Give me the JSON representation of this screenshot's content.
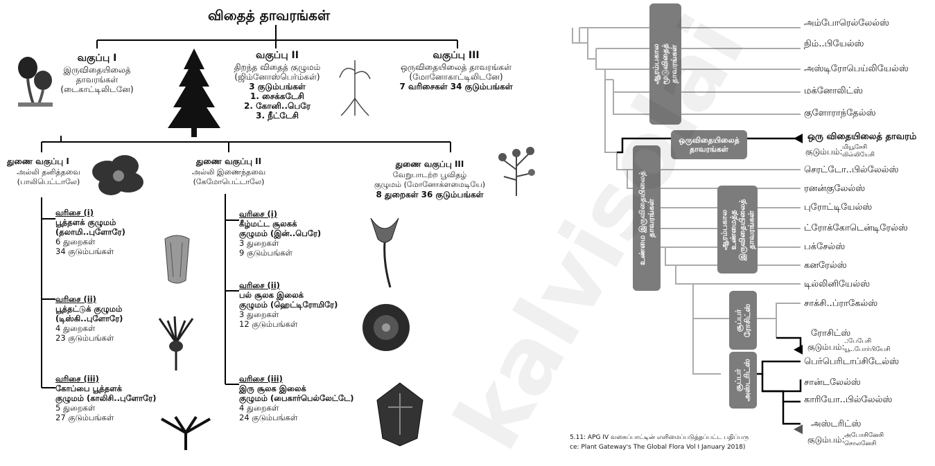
{
  "left": {
    "title": "விதைத் தாவரங்கள்",
    "class1": {
      "head": "வகுப்பு I",
      "lines": [
        "இருவிதையிலைத்",
        "தாவரங்கள்",
        "(டைகாட்டிலிடனே)"
      ]
    },
    "class2": {
      "head": "வகுப்பு II",
      "lines": [
        "திறந்த விதைத் குழுமம்",
        "(ஜிம்னோஸ்பெர்ம்கள்)",
        "3 குடும்பங்கள்",
        "1. சைக்கடேசி",
        "2. கோனி..பெரே",
        "3. நீட்டேசி"
      ]
    },
    "class3": {
      "head": "வகுப்பு III",
      "lines": [
        "ஒருவிதையிலைத் தாவரங்கள்",
        "(மோனோகாட்டிலிடனே)",
        "7 வரிசைகள் 34 குடும்பங்கள்"
      ]
    },
    "sub1": {
      "head": "துணை வகுப்பு I",
      "lines": [
        "அல்லி தனித்தவை",
        "(பாலிபெட்டாலே)"
      ]
    },
    "sub2": {
      "head": "துணை வகுப்பு II",
      "lines": [
        "அல்லி இணைந்தவை",
        "(கேமோபெட்டாலே)"
      ]
    },
    "sub3": {
      "head": "துணை வகுப்பு III",
      "lines": [
        "வேறுபாடற்ற பூவிதழ்",
        "குழுமம் (மோனோக்ளமைடியே)",
        "8 துறைகள் 36 குடும்பங்கள்"
      ]
    },
    "s1": [
      {
        "head": "வரிசை (i)",
        "lines": [
          "பூத்தளக் குழுமம்",
          "(தலாமி..புளோரே)",
          "6 துறைகள்",
          "34 குடும்பங்கள்"
        ]
      },
      {
        "head": "வரிசை (ii)",
        "lines": [
          "பூத்தட்டுக் குழுமம்",
          "(டிஸ்கி..புளோரே)",
          "4 துறைகள்",
          "23 குடும்பங்கள்"
        ]
      },
      {
        "head": "வரிசை (iii)",
        "lines": [
          "கோப்பை பூத்தளக்",
          "குழுமம் (காலிசி..புளோரே)",
          "5 துறைகள்",
          "27 குடும்பங்கள்"
        ]
      }
    ],
    "s2": [
      {
        "head": "வரிசை (i)",
        "lines": [
          "கீழ்மட்ட சூலகக்",
          "குழுமம் (இன்..பெரே)",
          "3 துறைகள்",
          "9 குடும்பங்கள்"
        ]
      },
      {
        "head": "வரிசை (ii)",
        "lines": [
          "பல் சூலக இலைக்",
          "குழுமம் (ஹெட்டிரோமிரே)",
          "3 துறைகள்",
          "12 குடும்பங்கள்"
        ]
      },
      {
        "head": "வரிசை (iii)",
        "lines": [
          "இரு சூலக இலைக்",
          "குழுமம் (பைகார்பெல்லேட்டே)",
          "4 துறைகள்",
          "24 குடும்பங்கள்"
        ]
      }
    ]
  },
  "right": {
    "orders": [
      "அம்போரெல்லேல்ஸ்",
      "நிம்..பியேல்ஸ்",
      "அஸ்டிரோபெய்லியேல்ஸ்",
      "மக்னோலிட்ஸ்",
      "குளோராந்தேல்ஸ்",
      "செரட்டோ..பில்லேல்ஸ்",
      "ரனன்குலேல்ஸ்",
      "புரோட்டியேல்ஸ்",
      "ட்ரோக்கோடென்டிரேல்ஸ்",
      "பக்சேல்ஸ்",
      "கனரேல்ஸ்",
      "டில்லினியேல்ஸ்",
      "சாக்சி..ப்ராகேல்ஸ்",
      "ரோசிட்ஸ்",
      "பெர்பெரிடாப்சிடேல்ஸ்",
      "சான்டலேல்ஸ்",
      "காரியோ..பில்லேல்ஸ்",
      "அஸ்டரிட்ஸ்"
    ],
    "mono_label": "ஒரு விதையிலைத் தாவரம்",
    "family_label": "குடும்பம்:",
    "mono_families": [
      "மியூசேசி",
      "லில்லியேசி"
    ],
    "rosid_families": [
      ".:பேபேசி",
      "யூ..போர்பியேசி"
    ],
    "asterid_families": [
      "அபோசினேசி",
      "சொலனேசி"
    ],
    "box_basal": [
      "ஆரம்பகால",
      "மூடுவிதைத்",
      "தாவரங்கள்"
    ],
    "box_mono": [
      "ஒருவிதையிலைத்",
      "தாவரங்கள்"
    ],
    "box_eudicot": [
      "உண்மை இருவிதையிலைத்",
      "தாவரங்கள்"
    ],
    "box_early_eudicot": [
      "ஆரம்பகால",
      "உண்மைத்த",
      "இருவிதையிலைத்",
      "தாவரங்கள்"
    ],
    "box_super_rosid": [
      "சூப்பர்",
      "ரோசிட்ஸ்"
    ],
    "box_super_asterid": [
      "சூப்பர்",
      "அஸ்டரிட்ஸ்"
    ],
    "caption1": "5.11:  APG IV வகைப்பாட்டின் எளிமைப்படுத்தப்பட்ட பதிப்பரு",
    "caption2": "ce: Plant Gateway's The Global Flora Vol I January 2018)"
  },
  "watermark": "kalvisolai"
}
